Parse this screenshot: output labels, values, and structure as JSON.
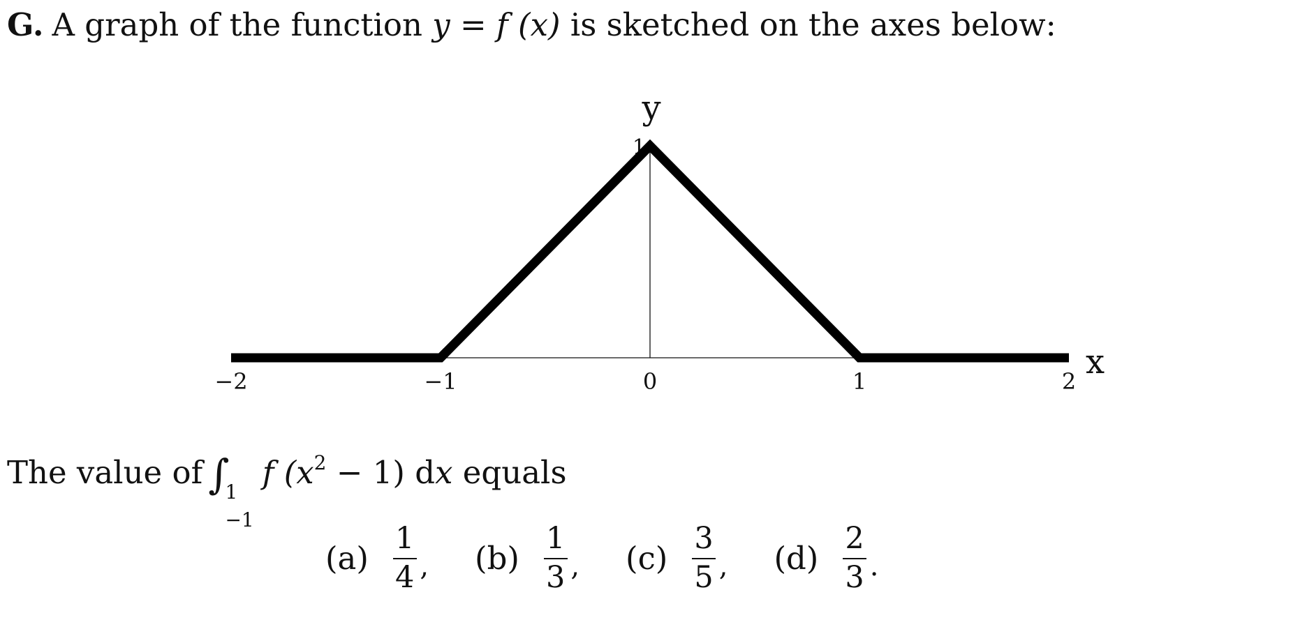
{
  "problem": {
    "label": "G.",
    "intro_prefix": "A graph of the function ",
    "intro_y": "y",
    "intro_eq": " = ",
    "intro_f": "f",
    "intro_arg": " (x) ",
    "intro_suffix": "is sketched on the axes below:"
  },
  "chart_data": {
    "type": "line",
    "xlabel": "x",
    "ylabel": "y",
    "xlim": [
      -2,
      2
    ],
    "ylim": [
      0,
      1
    ],
    "x_tick_labels": [
      "−2",
      "−1",
      "0",
      "1",
      "2"
    ],
    "x_ticks": [
      -2,
      -1,
      0,
      1,
      2
    ],
    "y_tick_labels": [
      "1"
    ],
    "y_ticks": [
      1
    ],
    "series": [
      {
        "x": [
          -2,
          -1,
          0,
          1,
          2
        ],
        "y": [
          0,
          0,
          1,
          0,
          0
        ]
      }
    ],
    "line_color": "#000000"
  },
  "question": {
    "prefix": "The value of",
    "integral_upper": "1",
    "integral_lower": "−1",
    "f": "f",
    "arg_open": " (x",
    "exp": "2",
    "arg_rest": " − 1) d",
    "dx_var": "x",
    "suffix": " equals"
  },
  "options": [
    {
      "label": "(a)",
      "numerator": "1",
      "denominator": "4",
      "punct": ","
    },
    {
      "label": "(b)",
      "numerator": "1",
      "denominator": "3",
      "punct": ","
    },
    {
      "label": "(c)",
      "numerator": "3",
      "denominator": "5",
      "punct": ","
    },
    {
      "label": "(d)",
      "numerator": "2",
      "denominator": "3",
      "punct": "."
    }
  ]
}
